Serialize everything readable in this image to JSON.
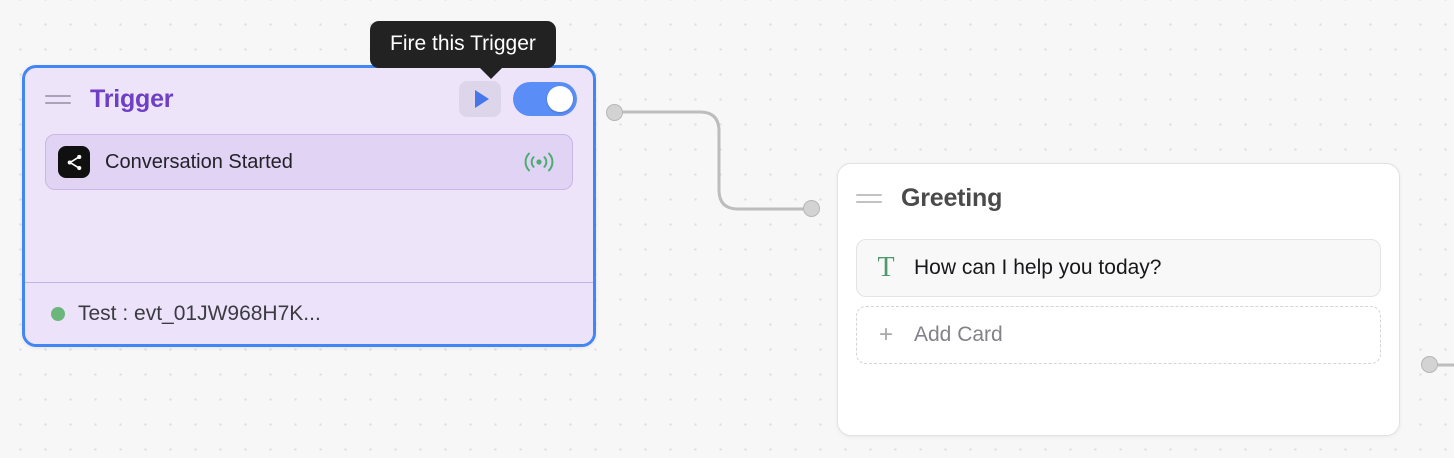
{
  "canvas": {
    "background_color": "#f7f7f7",
    "dot_color": "#dcdcdc"
  },
  "tooltip": {
    "text": "Fire this Trigger",
    "background_color": "#222222",
    "text_color": "#ffffff"
  },
  "trigger_node": {
    "title": "Trigger",
    "title_color": "#6d3fc4",
    "border_color": "#4285f4",
    "background_color": "#eee4fa",
    "drag_handle_icon": "drag-handle-icon",
    "fire_button_icon": "play-icon",
    "toggle": {
      "state": "on",
      "track_color": "#5a8df6",
      "knob_color": "#ffffff"
    },
    "event_card": {
      "icon": "share-nodes-icon",
      "label": "Conversation Started",
      "status_icon": "broadcast-icon",
      "status_icon_color": "#4eab74"
    },
    "status_bar": {
      "dot_color": "#6bb77b",
      "text": "Test : evt_01JW968H7K..."
    }
  },
  "greeting_node": {
    "title": "Greeting",
    "title_color": "#4a4a4a",
    "border_color": "#e2e2e2",
    "background_color": "#ffffff",
    "drag_handle_icon": "drag-handle-icon",
    "text_card": {
      "icon": "text-icon",
      "icon_glyph": "T",
      "icon_color": "#4e9a6a",
      "label": "How can I help you today?"
    },
    "add_card": {
      "icon_glyph": "+",
      "label": "Add Card"
    }
  },
  "edges": {
    "line_color": "#bdbdbd",
    "handle_color": "#d3d3d3"
  }
}
